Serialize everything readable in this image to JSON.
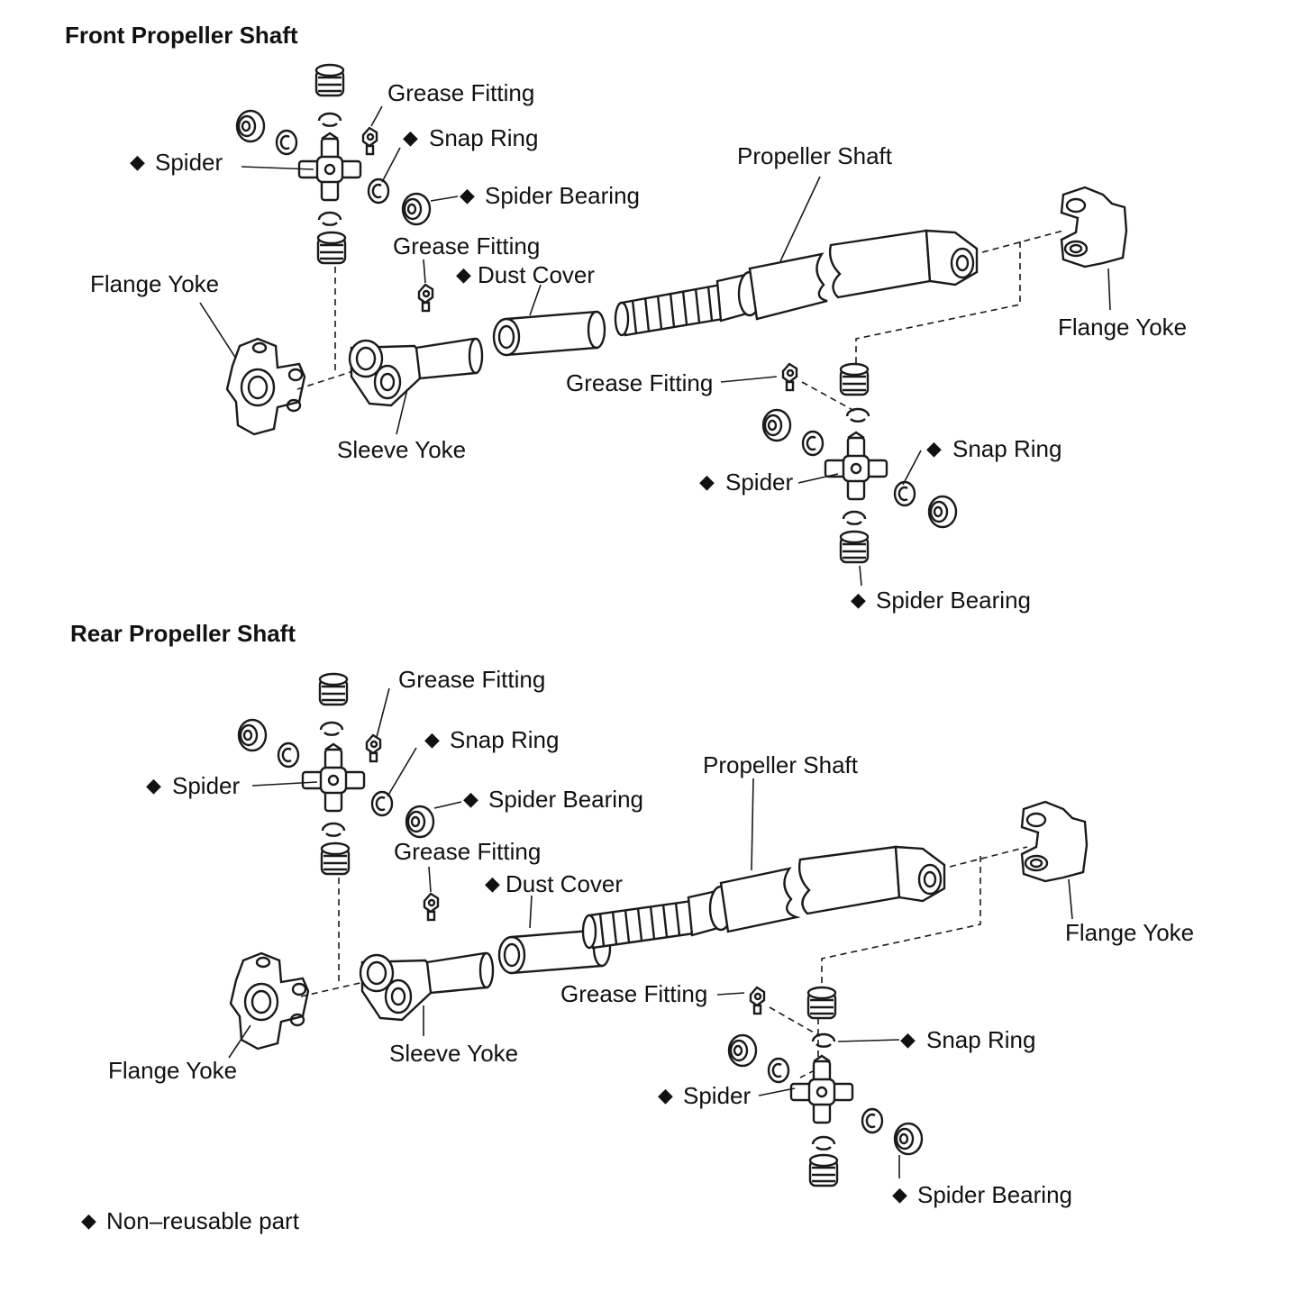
{
  "front": {
    "title": "Front Propeller Shaft",
    "grease_fitting_upper": "Grease Fitting",
    "snap_ring_upper": "Snap Ring",
    "spider_left": "Spider",
    "spider_bearing_upper": "Spider Bearing",
    "propeller_shaft": "Propeller Shaft",
    "grease_fitting_mid": "Grease Fitting",
    "dust_cover": "Dust Cover",
    "flange_yoke_left": "Flange Yoke",
    "flange_yoke_right": "Flange Yoke",
    "grease_fitting_lower": "Grease Fitting",
    "snap_ring_lower": "Snap Ring",
    "spider_right": "Spider",
    "sleeve_yoke": "Sleeve Yoke",
    "spider_bearing_lower": "Spider Bearing"
  },
  "rear": {
    "title": "Rear Propeller Shaft",
    "grease_fitting_upper": "Grease Fitting",
    "snap_ring_upper": "Snap Ring",
    "spider_left": "Spider",
    "spider_bearing_upper": "Spider Bearing",
    "propeller_shaft": "Propeller Shaft",
    "grease_fitting_mid": "Grease Fitting",
    "dust_cover": "Dust Cover",
    "flange_yoke_right": "Flange Yoke",
    "grease_fitting_lower": "Grease Fitting",
    "snap_ring_lower": "Snap Ring",
    "spider_right": "Spider",
    "sleeve_yoke": "Sleeve Yoke",
    "flange_yoke_left": "Flange Yoke",
    "spider_bearing_lower": "Spider Bearing"
  },
  "legend": {
    "symbol": "◆",
    "text": "Non–reusable part"
  }
}
